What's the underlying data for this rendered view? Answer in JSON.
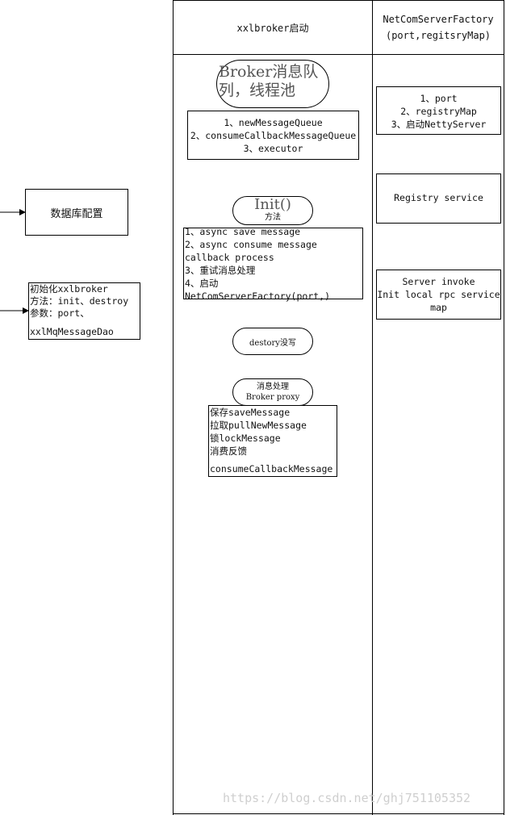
{
  "lanes": {
    "broker_header": "xxlbroker启动",
    "factory_header": "NetComServerFactory\n(port,regitsryMap)"
  },
  "left": {
    "db_config": "数据库配置",
    "init_box": {
      "line1": "初始化xxlbroker",
      "line2": "方法：init、destroy",
      "line3": "参数：port、",
      "line4": "xxlMqMessageDao"
    }
  },
  "broker": {
    "queue_pill": "Broker消息队\n列，线程池",
    "queue_list": [
      "1、newMessageQueue",
      "2、consumeCallbackMessageQueue",
      "3、executor"
    ],
    "init_pill_title": "Init()",
    "init_pill_sub": "方法",
    "init_list": [
      "1、async save message",
      "2、async consume message",
      "callback process",
      "3、重试消息处理",
      "4、启动",
      "NetComServerFactory(port,)"
    ],
    "destory_pill": "destory没写",
    "msg_pill_line1": "消息处理",
    "msg_pill_line2": "Broker proxy",
    "msg_list": [
      "保存saveMessage",
      "拉取pullNewMessage",
      "锁lockMessage",
      "消费反馈",
      "consumeCallbackMessage"
    ]
  },
  "factory": {
    "list": [
      "1、port",
      "2、registryMap",
      "3、启动NettyServer"
    ],
    "registry": "Registry service",
    "server": "Server invoke\nInit local rpc service\nmap"
  },
  "watermark": "https://blog.csdn.net/ghj751105352"
}
